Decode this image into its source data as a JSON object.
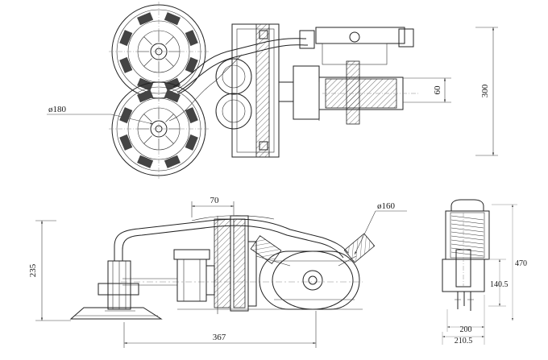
{
  "dimensions": {
    "diameter_180": "ø180",
    "height_60": "60",
    "height_300": "300",
    "width_70": "70",
    "diameter_160": "ø160",
    "height_235": "235",
    "length_367": "367",
    "height_470": "470",
    "height_140_5": "140.5",
    "width_200": "200",
    "width_210_5": "210.5"
  }
}
